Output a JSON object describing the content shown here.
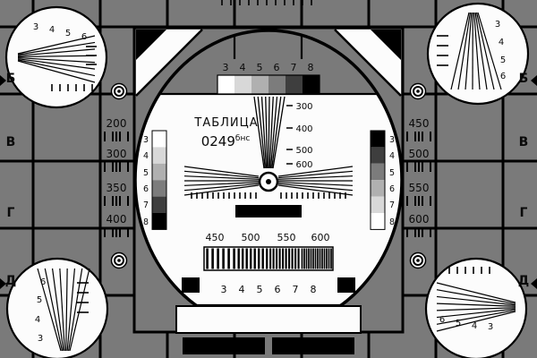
{
  "colors": {
    "background": "#7a7a7a",
    "grid_line": "#000000",
    "card_white": "#fcfcfc",
    "black": "#000000"
  },
  "edges": {
    "left": [
      "Б",
      "В",
      "Г",
      "Д"
    ],
    "right": [
      "Б",
      "В",
      "Г",
      "Д"
    ]
  },
  "left_panel": {
    "values": [
      "200",
      "300",
      "350",
      "400"
    ]
  },
  "right_panel": {
    "values": [
      "450",
      "500",
      "550",
      "600"
    ]
  },
  "center": {
    "title": "ТАБЛИЦА",
    "code": "0249",
    "code_suffix": "бнс",
    "top_scale": [
      "3",
      "4",
      "5",
      "6",
      "7",
      "8"
    ],
    "bottom_scale": [
      "3",
      "4",
      "5",
      "6",
      "7",
      "8"
    ],
    "fan_marks": [
      "300",
      "400",
      "500",
      "600"
    ],
    "burst_marks": [
      "450",
      "500",
      "550",
      "600"
    ],
    "left_steps_labels": [
      "3",
      "4",
      "5",
      "6",
      "7",
      "8"
    ],
    "right_steps_labels": [
      "3",
      "4",
      "5",
      "6",
      "7",
      "8"
    ],
    "grayscale_steps": [
      "#ffffff",
      "#d8d8d8",
      "#b0b0b0",
      "#7c7c7c",
      "#3e3e3e",
      "#000000"
    ]
  },
  "corners": {
    "top_left": [
      "3",
      "4",
      "5",
      "6"
    ],
    "top_right": [
      "3",
      "4",
      "5",
      "6"
    ],
    "bottom_left": [
      "6",
      "5",
      "4",
      "3"
    ],
    "bottom_right": [
      "6",
      "5",
      "4",
      "3"
    ]
  }
}
